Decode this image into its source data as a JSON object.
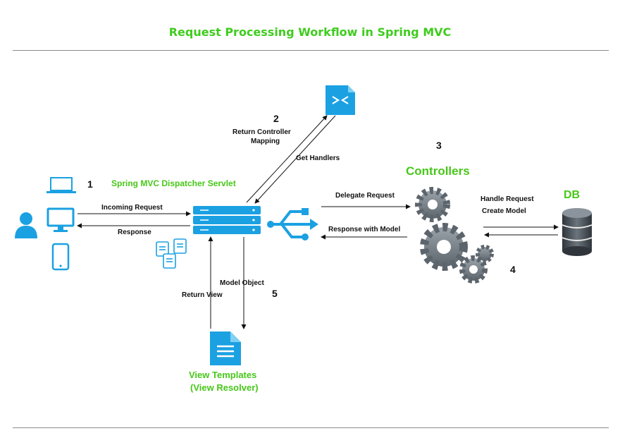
{
  "title": "Request Processing Workflow in Spring MVC",
  "colors": {
    "accent_blue": "#1ba1e2",
    "title_green": "#3fcc1e",
    "label_green": "#47c718",
    "gear_gray": "#6f7880",
    "db_dark": "#454d55"
  },
  "nodes": {
    "dispatcher": "Spring  MVC Dispatcher Servlet",
    "controllers": "Controllers",
    "db": "DB",
    "view_templates_line1": "View Templates",
    "view_templates_line2": "(View Resolver)"
  },
  "steps": {
    "s1": "1",
    "s2": "2",
    "s3": "3",
    "s4": "4",
    "s5": "5"
  },
  "edges": {
    "incoming_request": "Incoming Request",
    "response": "Response",
    "return_controller_mapping_line1": "Return Controller",
    "return_controller_mapping_line2": "Mapping",
    "get_handlers": "Get Handlers",
    "delegate_request": "Delegate Request",
    "response_with_model": "Response with Model",
    "handle_request": "Handle Request",
    "create_model": "Create Model",
    "model_object": "Model Object",
    "return_view": "Return View"
  },
  "icons": {
    "user": "user-icon",
    "laptop": "laptop-icon",
    "monitor": "monitor-icon",
    "tablet": "tablet-icon",
    "handler_mapping": "handler-mapping-icon",
    "server": "server-stack-icon",
    "documents": "documents-icon",
    "usb": "usb-fork-icon",
    "gears": "gears-icon",
    "database": "database-icon",
    "view_template": "document-icon"
  }
}
